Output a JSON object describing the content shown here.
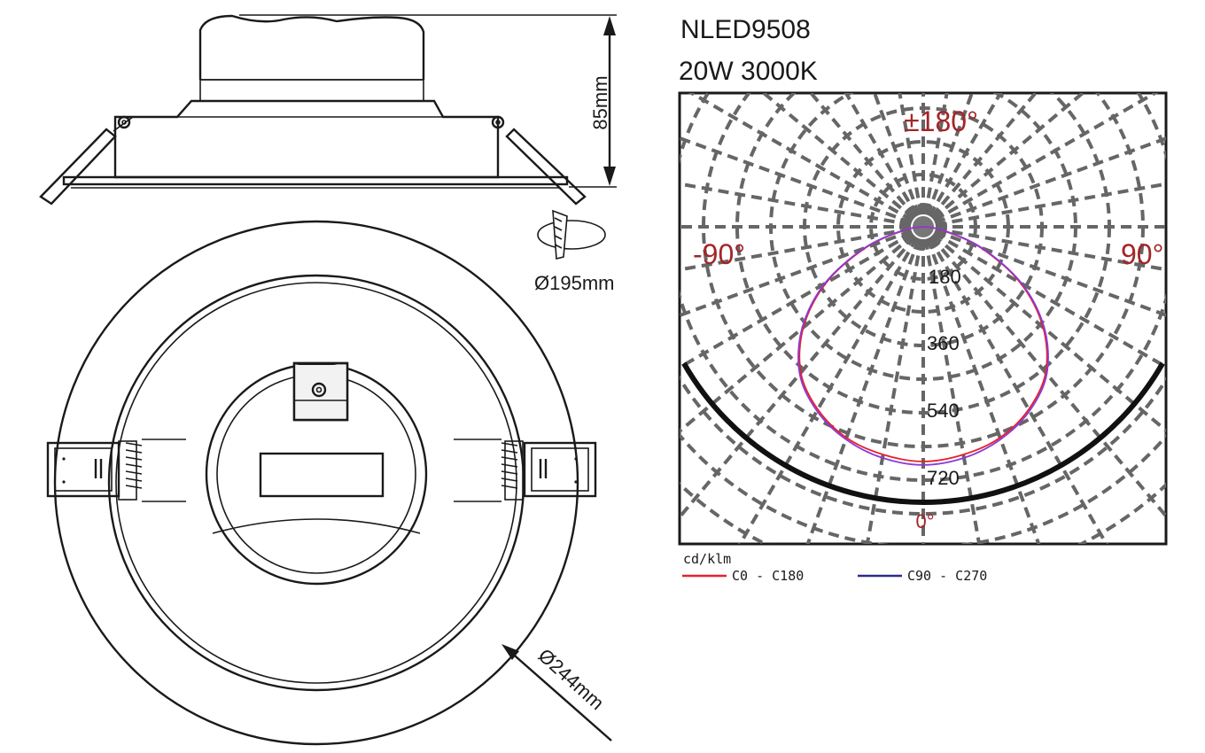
{
  "header": {
    "model": "NLED9508",
    "spec": "20W 3000K"
  },
  "dimensions": {
    "height": "85mm",
    "cutout": "Ø195mm",
    "diameter": "Ø244mm"
  },
  "polar": {
    "angle_top": "±180°",
    "angle_left": "-90°",
    "angle_right": "90°",
    "angle_bottom": "0°",
    "rings": [
      "180",
      "360",
      "540",
      "720"
    ],
    "unit": "cd/klm",
    "legend": [
      {
        "name": "C0 - C180",
        "color": "#e8202a"
      },
      {
        "name": "C90 - C270",
        "color": "#2c2c8c"
      }
    ],
    "curve_colors": [
      "#e8202a",
      "#8a3cd6"
    ]
  },
  "chart_data": {
    "type": "polar",
    "unit": "cd/klm",
    "radial_ticks": [
      180,
      360,
      540,
      720
    ],
    "radial_max": 810,
    "angles": [
      0,
      10,
      20,
      30,
      40,
      50,
      60,
      70,
      80,
      90
    ],
    "series": [
      {
        "name": "C0 - C180",
        "color": "#e8202a",
        "values": [
          690,
          680,
          660,
          620,
          560,
          460,
          330,
          180,
          55,
          0
        ]
      },
      {
        "name": "C90 - C270",
        "color": "#8a3cd6",
        "values": [
          700,
          690,
          665,
          625,
          565,
          465,
          335,
          185,
          60,
          0
        ]
      }
    ]
  }
}
